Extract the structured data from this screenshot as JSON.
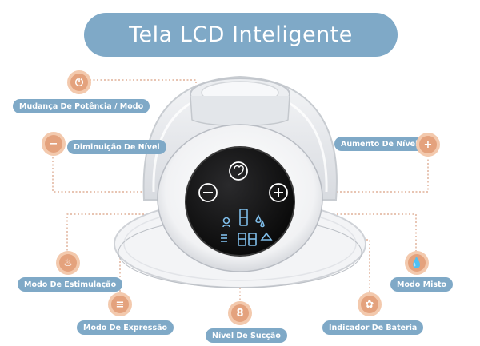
{
  "title": "Tela LCD Inteligente",
  "labels": {
    "power_mode": "Mudança De Potência / Modo",
    "decrease": "Diminuição De Nível",
    "increase": "Aumento De Nível",
    "stimulation": "Modo De Estimulação",
    "mixed": "Modo Misto",
    "expression": "Modo De Expressão",
    "suction": "Nível De Sucção",
    "battery": "Indicador De Bateria"
  },
  "icons": {
    "power_mode": "power-mode-icon",
    "decrease": "minus-icon",
    "increase": "plus-icon",
    "stimulation": "stimulation-icon",
    "mixed": "droplets-icon",
    "expression": "expression-bars-icon",
    "suction": "digit-eight-icon",
    "battery": "battery-indicator-icon"
  },
  "colors": {
    "pill": "#7fa9c7",
    "bubble_outer": "#f3c9ad",
    "bubble_inner": "#e4a27d",
    "leader_line": "#d9a184",
    "screen": "#111111"
  }
}
